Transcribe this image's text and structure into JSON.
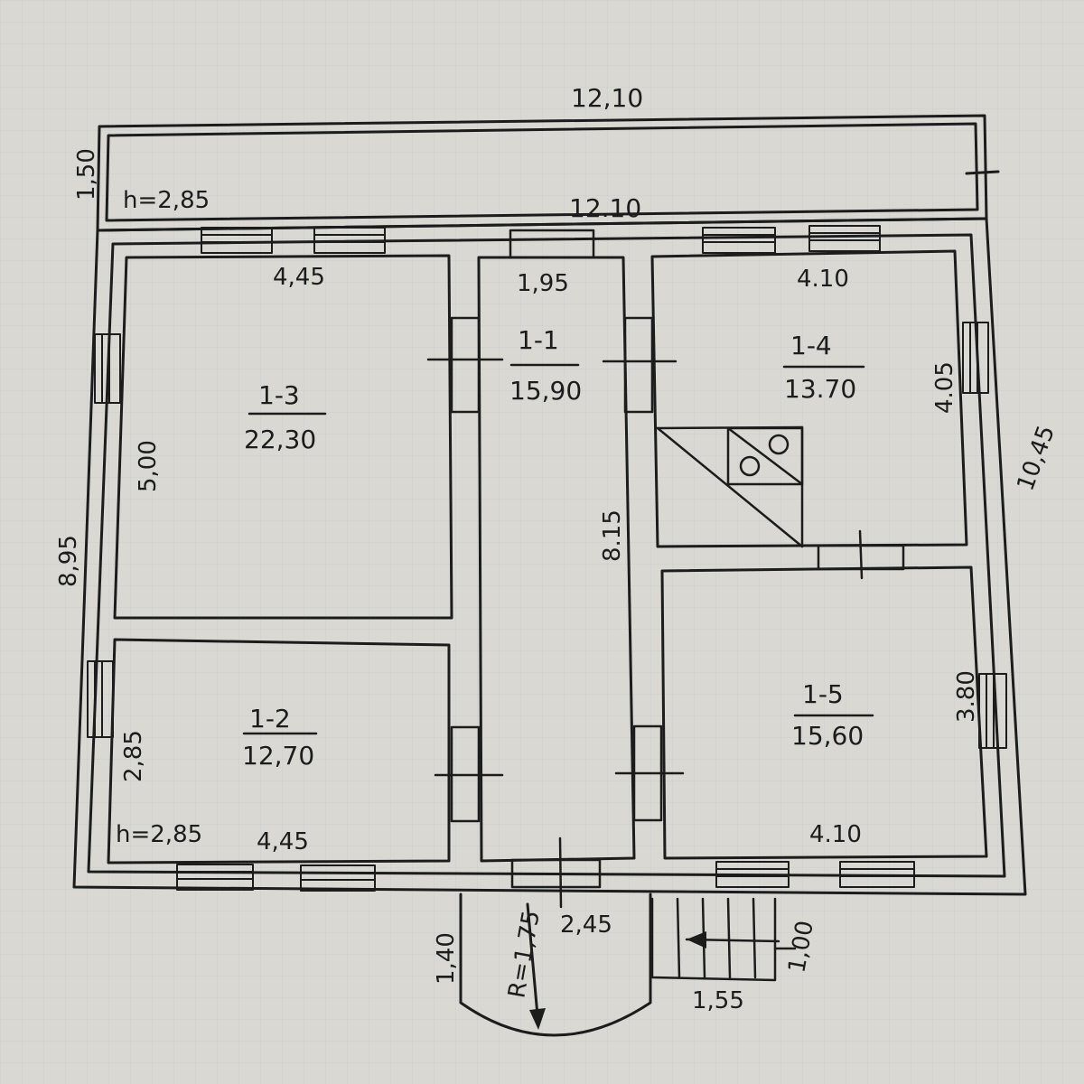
{
  "plan": {
    "colors": {
      "paper": "#d9d8d2",
      "ink": "#1c1c1c",
      "grid": "#b8c4cc"
    },
    "dimensions": {
      "top_outer_width": "12,10",
      "top_inner_width": "12.10",
      "veranda_depth": "1,50",
      "veranda_height": "h=2,85",
      "left_height": "8,95",
      "right_height": "10,45",
      "porch_width": "2,45",
      "porch_depth": "1,40",
      "porch_radius": "R=1,75",
      "stair_depth": "1,00",
      "stair_width": "1,55"
    },
    "rooms": {
      "r11": {
        "id": "1-1",
        "area": "15,90",
        "width": "1,95",
        "length": "8.15"
      },
      "r12": {
        "id": "1-2",
        "area": "12,70",
        "width": "4,45",
        "depth": "2,85",
        "height": "h=2,85"
      },
      "r13": {
        "id": "1-3",
        "area": "22,30",
        "width": "4,45",
        "depth": "5,00"
      },
      "r14": {
        "id": "1-4",
        "area": "13.70",
        "width": "4.10",
        "depth": "4.05"
      },
      "r15": {
        "id": "1-5",
        "area": "15,60",
        "width": "4.10",
        "depth": "3.80"
      }
    },
    "stove_icon": "stove-with-two-burners-icon",
    "stair_arrow_icon": "arrow-left-icon"
  }
}
